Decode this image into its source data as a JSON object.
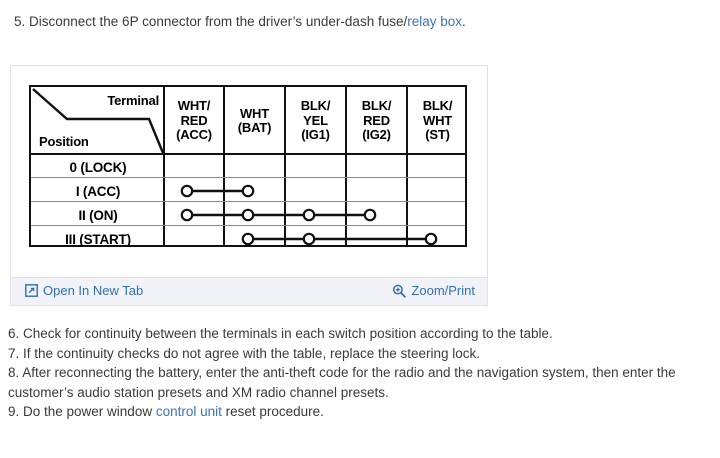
{
  "steps_top": [
    {
      "id": "step-5",
      "pre": "5. Disconnect the 6P connector from the driver’s under-dash fuse/",
      "link": "relay box",
      "post": "."
    }
  ],
  "figure": {
    "table": {
      "corner": {
        "terminal_label": "Terminal",
        "position_label": "Position"
      },
      "columns": [
        {
          "key": "acc",
          "line1": "WHT/",
          "line2": "RED",
          "line3": "(ACC)"
        },
        {
          "key": "bat",
          "line1": "",
          "line2": "WHT",
          "line3": "(BAT)"
        },
        {
          "key": "ig1",
          "line1": "BLK/",
          "line2": "YEL",
          "line3": "(IG1)"
        },
        {
          "key": "ig2",
          "line1": "BLK/",
          "line2": "RED",
          "line3": "(IG2)"
        },
        {
          "key": "st",
          "line1": "BLK/",
          "line2": "WHT",
          "line3": "(ST)"
        }
      ],
      "rows": [
        {
          "key": "lock",
          "label": "0 (LOCK)",
          "connected": []
        },
        {
          "key": "acc",
          "label": "I (ACC)",
          "connected": [
            "acc",
            "bat"
          ]
        },
        {
          "key": "on",
          "label": "II (ON)",
          "connected": [
            "acc",
            "bat",
            "ig1",
            "ig2"
          ]
        },
        {
          "key": "start",
          "label": "III (START)",
          "connected": [
            "bat",
            "ig1",
            "st"
          ]
        }
      ]
    },
    "toolbar": {
      "open_new_tab_label": "Open In New Tab",
      "open_new_tab_icon": "external-link-icon",
      "zoom_print_label": "Zoom/Print",
      "zoom_print_icon": "magnifier-plus-icon"
    }
  },
  "steps_bottom": [
    {
      "id": "step-6",
      "pre": "6. Check for continuity between the terminals in each switch position according to the table.",
      "link": "",
      "post": ""
    },
    {
      "id": "step-7",
      "pre": "7. If the continuity checks do not agree with the table, replace the steering lock.",
      "link": "",
      "post": ""
    },
    {
      "id": "step-8",
      "pre": "8. After reconnecting the battery, enter the anti-theft code for the radio and the navigation system, then enter the customer’s audio station presets and XM radio channel presets.",
      "link": "",
      "post": ""
    },
    {
      "id": "step-9",
      "pre": "9. Do the power window ",
      "link": "control unit",
      "post": " reset procedure."
    }
  ],
  "colors": {
    "link": "#3b73b9",
    "toolbar_link": "#2f6fb5",
    "text": "#3a3a3a",
    "panel_border": "#e2e2e4",
    "toolbar_bg": "#f2f3f8",
    "table_ink": "#111111"
  }
}
